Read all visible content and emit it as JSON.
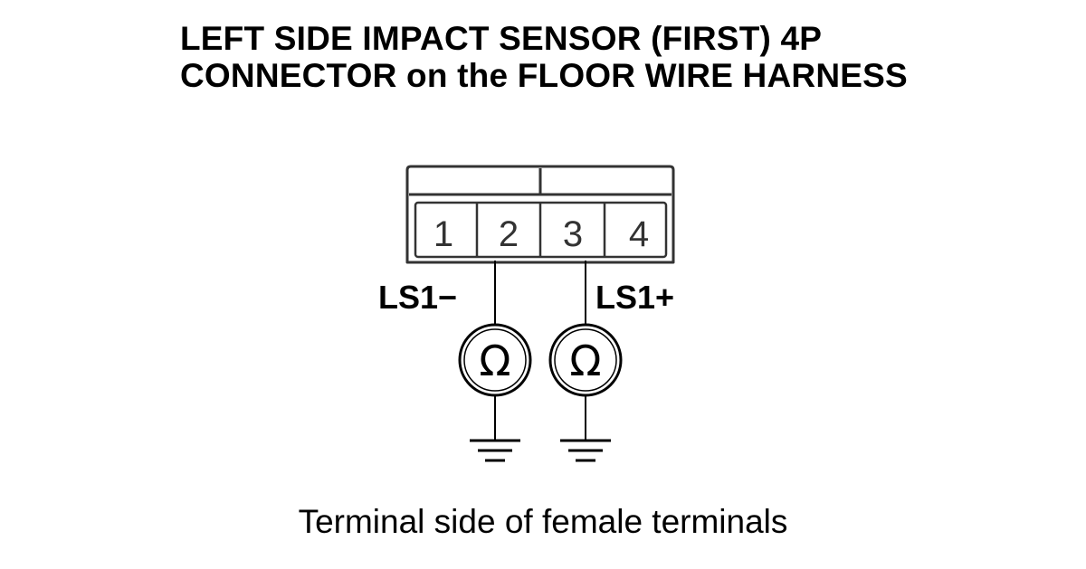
{
  "title": {
    "line1": "LEFT SIDE IMPACT SENSOR (FIRST) 4P",
    "line2": "CONNECTOR on the FLOOR WIRE HARNESS"
  },
  "connector": {
    "terminals": [
      "1",
      "2",
      "3",
      "4"
    ]
  },
  "wires": [
    {
      "terminal": "2",
      "label": "LS1−",
      "meter_symbol": "Ω"
    },
    {
      "terminal": "3",
      "label": "LS1+",
      "meter_symbol": "Ω"
    }
  ],
  "caption": "Terminal side of female terminals",
  "colors": {
    "ink": "#000000",
    "connector_stroke": "#333333",
    "background": "#ffffff"
  }
}
